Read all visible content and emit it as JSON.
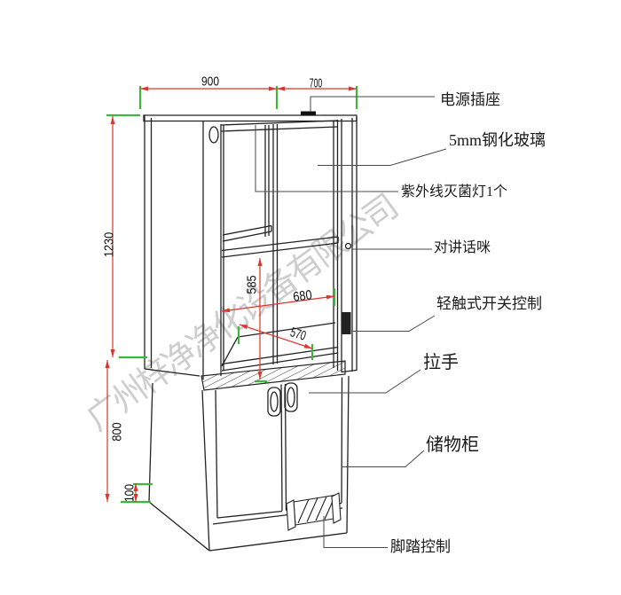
{
  "watermark": {
    "text": "广州梓净净化设备有限公司"
  },
  "dimensions": {
    "width_mm": "900",
    "depth_mm": "700",
    "upper_height_mm": "1230",
    "lower_height_mm": "800",
    "base_height_mm": "100",
    "opening_height_mm": "585",
    "opening_width_mm": "680",
    "opening_depth_mm": "570"
  },
  "callouts": {
    "power_socket": "电源插座",
    "tempered_glass": "5mm钢化玻璃",
    "uv_lamp": "紫外线灭菌灯1个",
    "intercom_mic": "对讲话咪",
    "touch_switch": "轻触式开关控制",
    "door_handle": "拉手",
    "storage_cabinet": "储物柜",
    "foot_control": "脚踏控制"
  },
  "colors": {
    "dimension_line": "#dd352a",
    "extension_tick": "#3db83d",
    "outline": "#222222",
    "watermark": "#c6c6c6"
  }
}
